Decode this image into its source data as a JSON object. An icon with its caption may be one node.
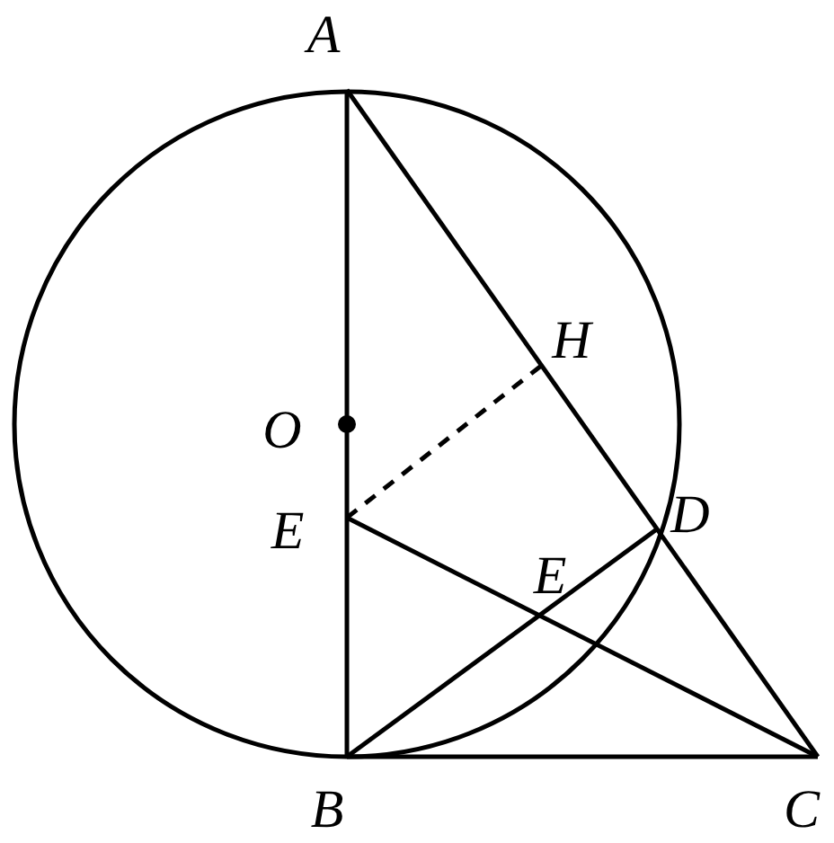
{
  "diagram": {
    "labels": [
      "A",
      "H",
      "O",
      "E",
      "D",
      "E",
      "B",
      "C"
    ]
  }
}
